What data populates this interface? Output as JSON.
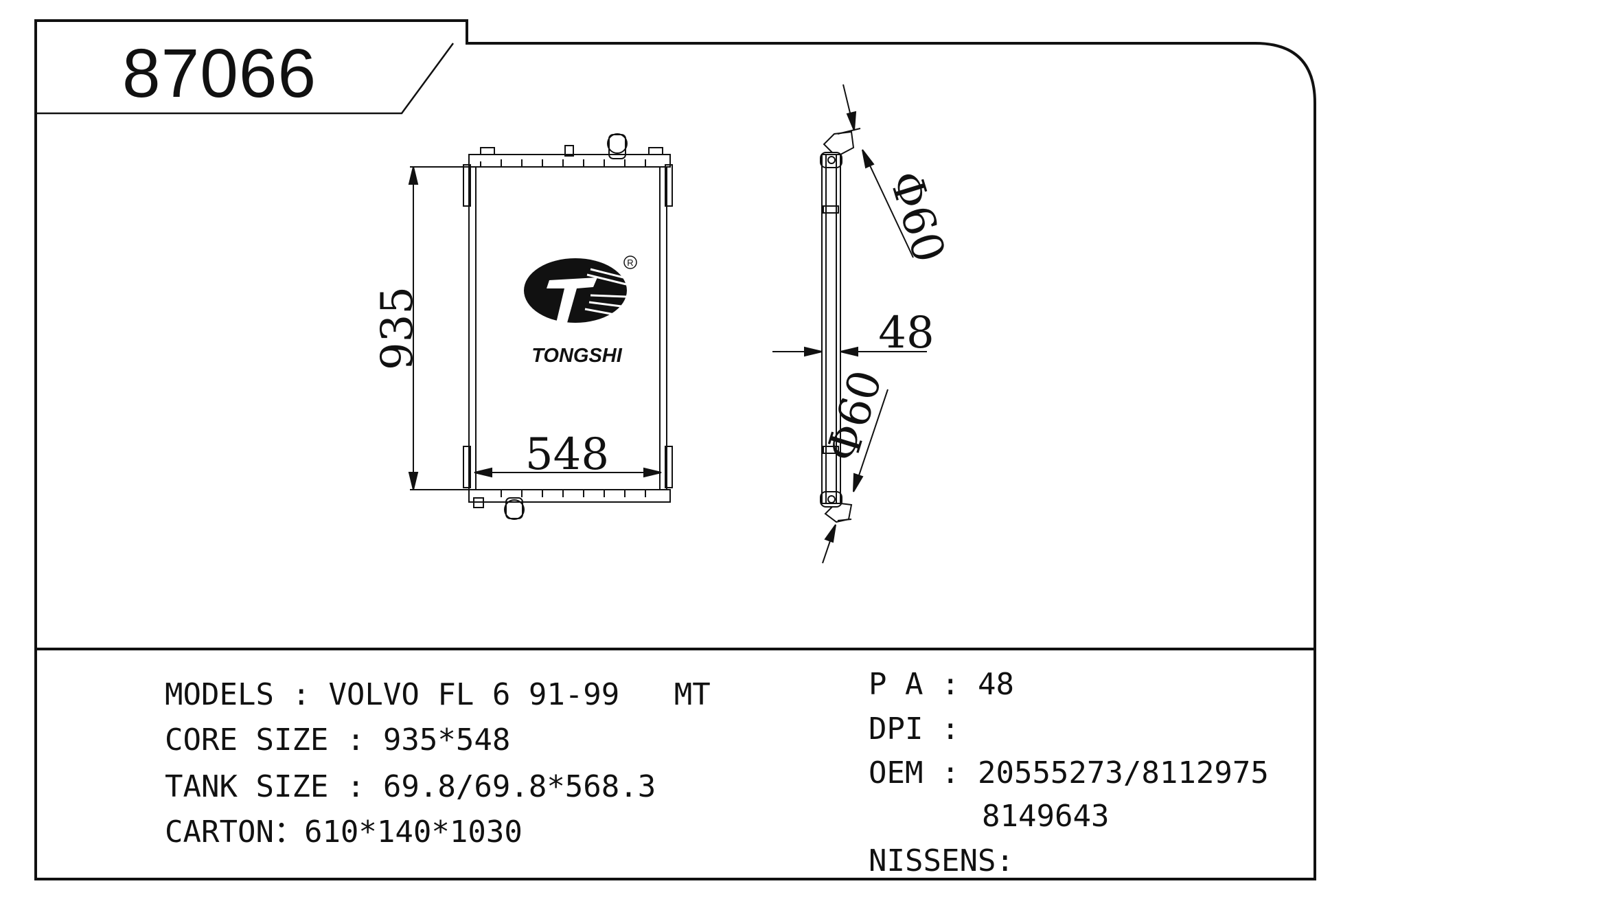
{
  "part_number": "87066",
  "brand": {
    "name": "TONGSHI",
    "registered_mark": "R"
  },
  "dimensions": {
    "core_height": "935",
    "core_width": "548",
    "thickness": "48",
    "inlet_diameter": "Φ60",
    "outlet_diameter": "Φ60"
  },
  "specs": {
    "models_label": "MODELS",
    "models_value": "VOLVO FL 6 91-99   MT",
    "core_size_label": "CORE SIZE",
    "core_size_value": "935*548",
    "tank_size_label": "TANK SIZE",
    "tank_size_value": "69.8/69.8*568.3",
    "carton_label": "CARTON",
    "carton_value": "610*140*1030",
    "pa_label": "P A",
    "pa_value": "48",
    "dpi_label": "DPI",
    "dpi_value": "",
    "oem_label": "OEM",
    "oem_value_1": "20555273/8112975",
    "oem_value_2": "8149643",
    "nissens_label": "NISSENS",
    "nissens_value": ""
  }
}
